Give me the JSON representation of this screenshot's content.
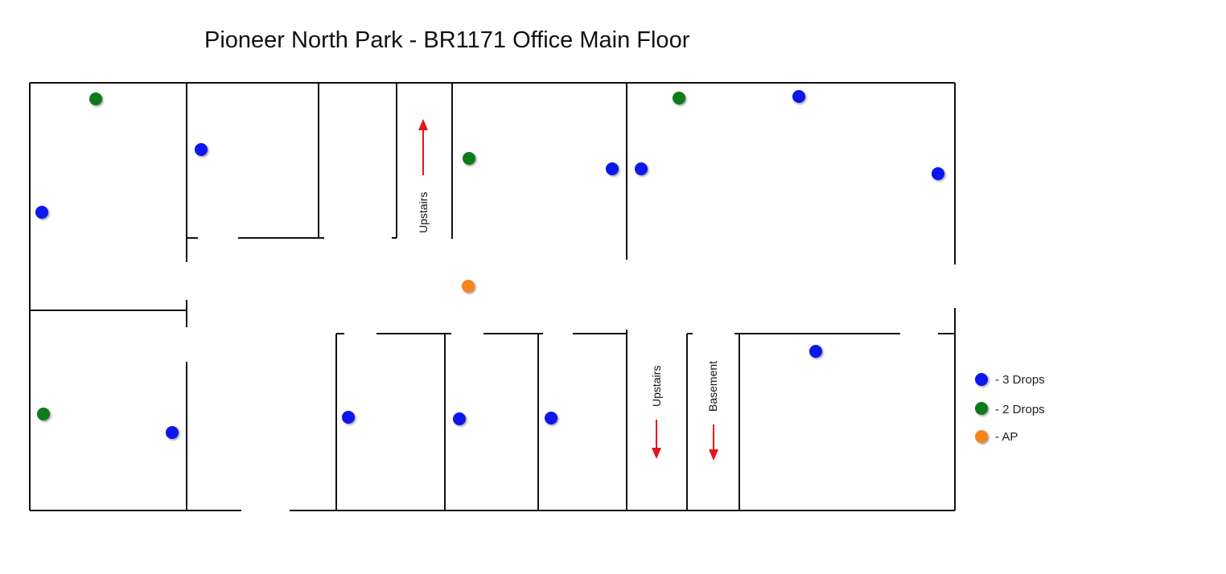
{
  "title": "Pioneer North Park - BR1171 Office Main Floor",
  "labels": {
    "upstairs_top": "Upstairs",
    "upstairs_bottom": "Upstairs",
    "basement": "Basement"
  },
  "colors": {
    "three_drops": "#0a12ee",
    "two_drops": "#0e7a1a",
    "ap": "#f5841f",
    "arrow": "#e8141c",
    "wall": "#111111"
  },
  "legend": {
    "three_drops": "- 3 Drops",
    "two_drops": "- 2 Drops",
    "ap": "- AP"
  }
}
